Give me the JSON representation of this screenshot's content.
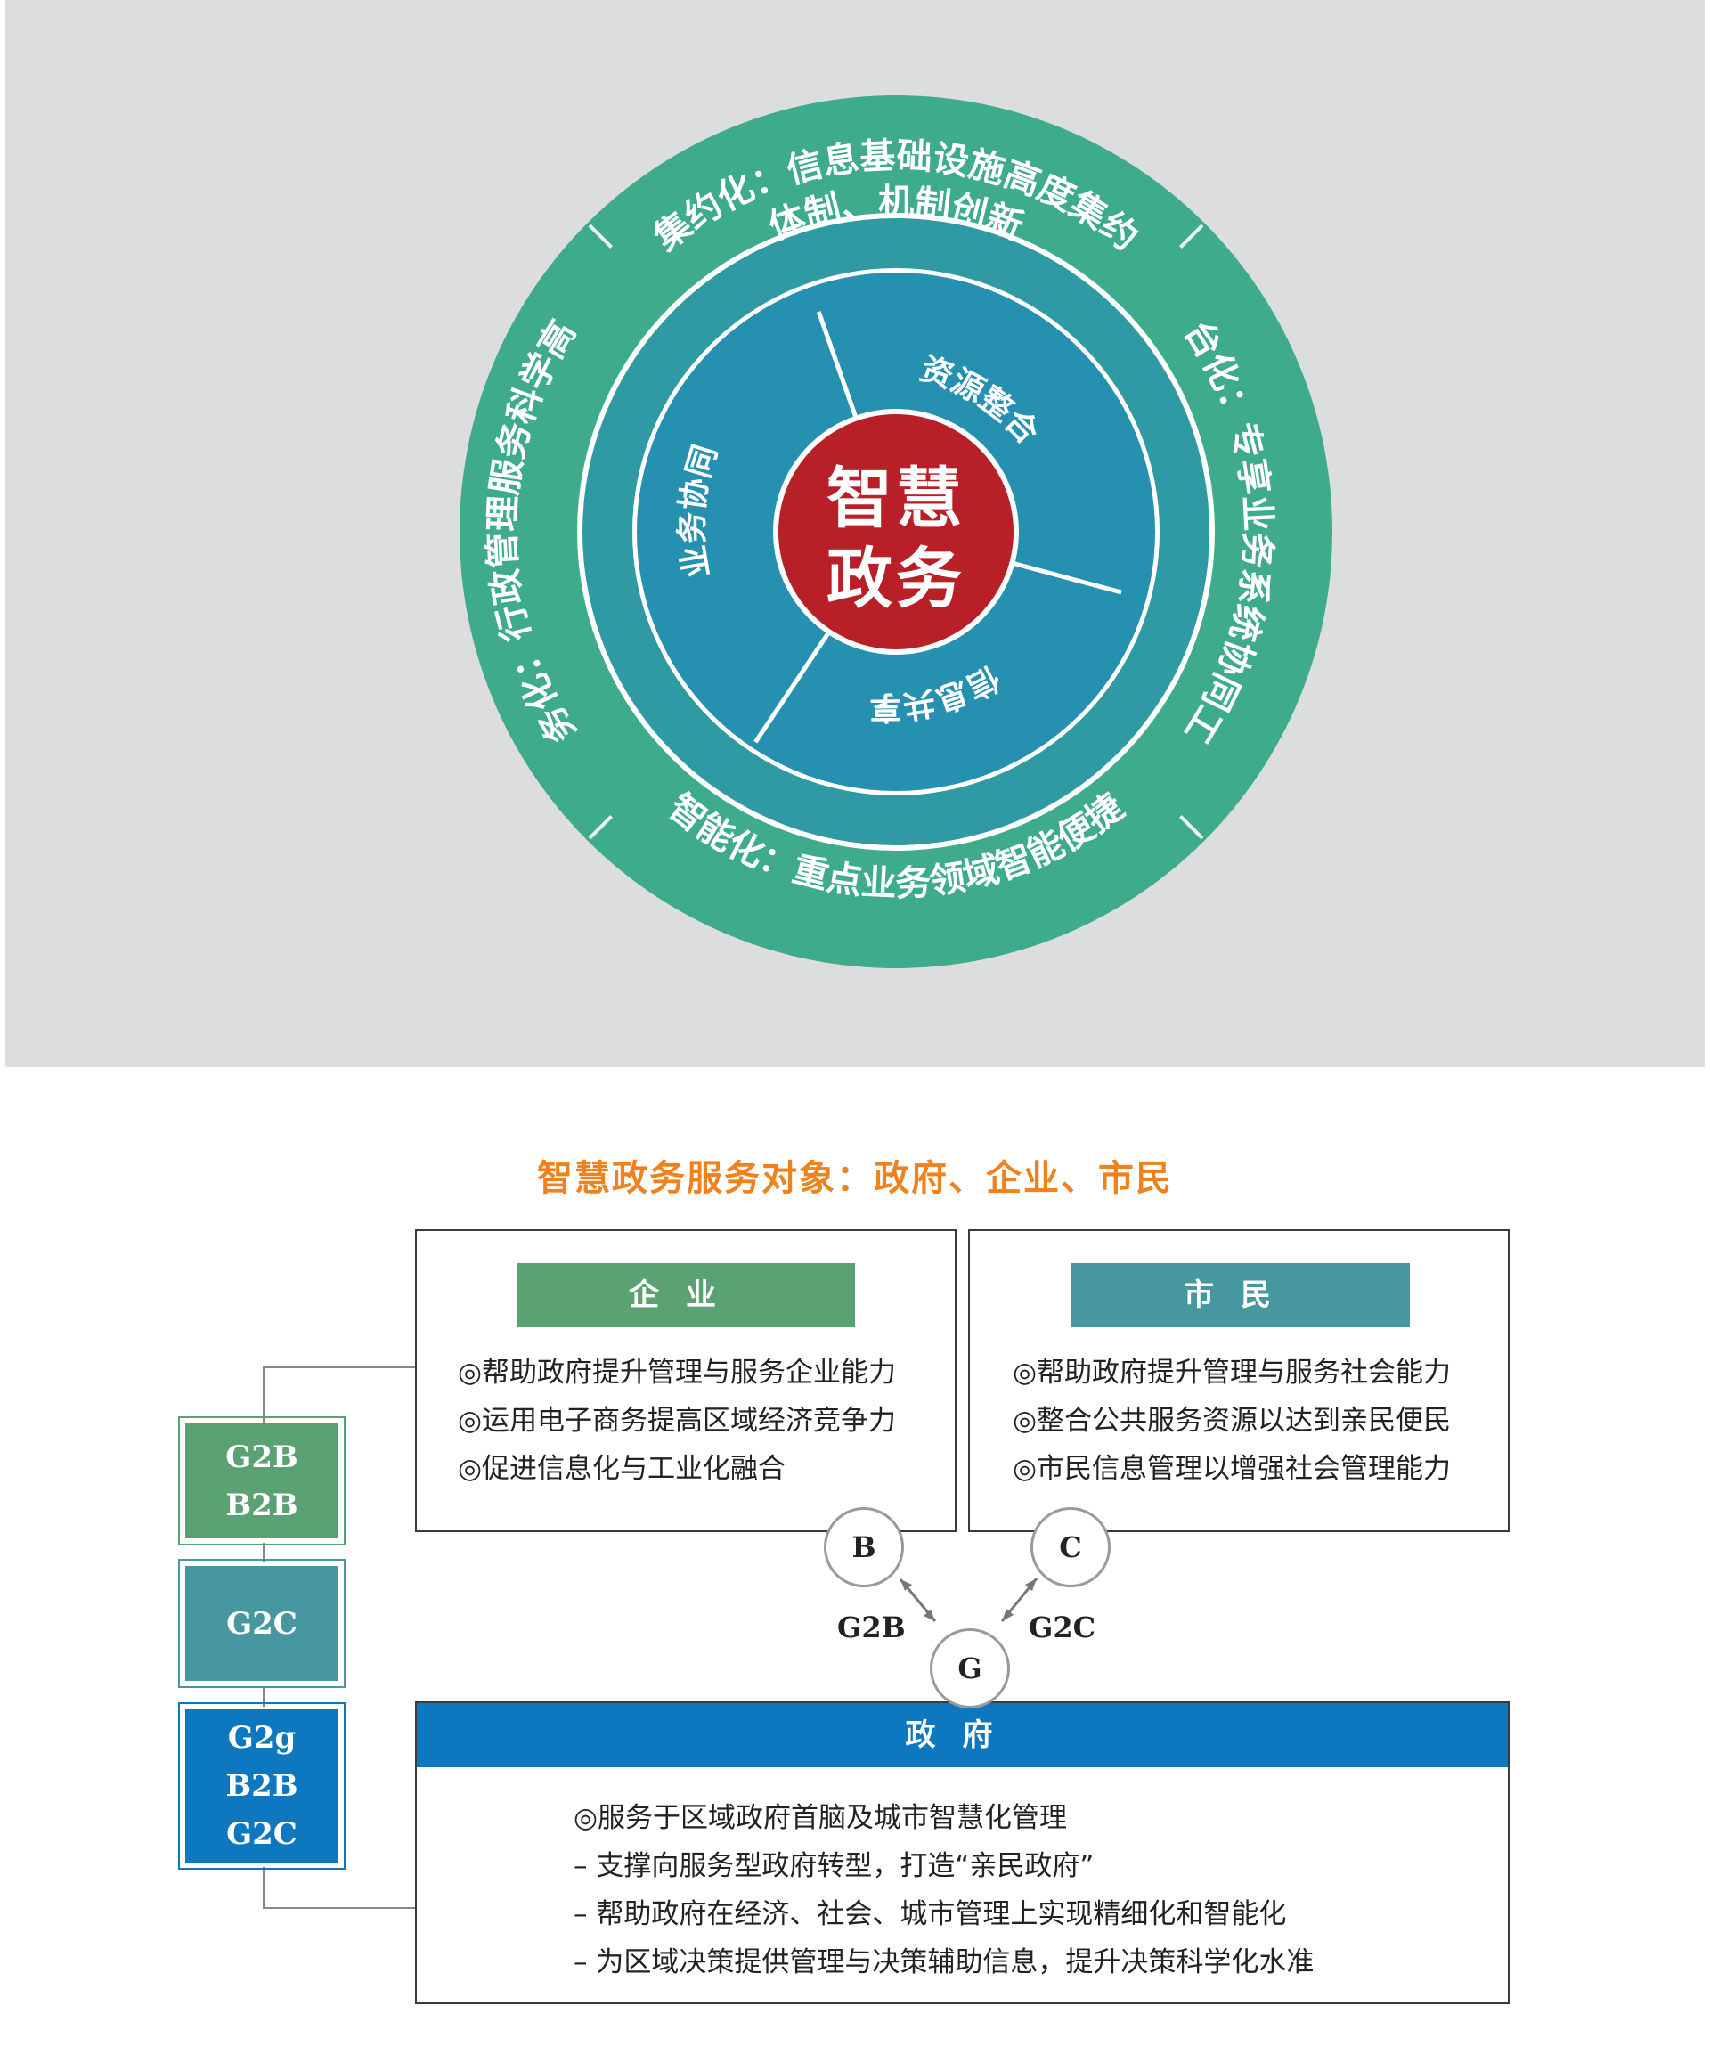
{
  "wheel": {
    "center": [
      "智慧",
      "政务"
    ],
    "inner_segments": [
      "资源整合",
      "信息共享",
      "业务协同"
    ],
    "middle_ring": "体制、机制创新",
    "outer_segments": [
      "集约化：信息基础设施高度集约",
      "平台化：专享业务系统协同工作",
      "智能化：重点业务领域智能便捷",
      "服务化：行政管理服务科学高效"
    ],
    "colors": {
      "outer": "#3eab8c",
      "middle": "#2f9aa3",
      "inner": "#2590b0",
      "center": "#b81f26",
      "background": "#dcdddd"
    }
  },
  "services": {
    "title": "智慧政务服务对象：政府、企业、市民",
    "enterprise": {
      "header": "企业",
      "items": [
        "◎帮助政府提升管理与服务企业能力",
        "◎运用电子商务提高区域经济竞争力",
        "◎促进信息化与工业化融合"
      ]
    },
    "citizen": {
      "header": "市民",
      "items": [
        "◎帮助政府提升管理与服务社会能力",
        "◎整合公共服务资源以达到亲民便民",
        "◎市民信息管理以增强社会管理能力"
      ]
    },
    "government": {
      "header": "政府",
      "items": [
        "◎服务于区域政府首脑及城市智慧化管理",
        "– 支撑向服务型政府转型，打造“亲民政府”",
        "– 帮助政府在经济、社会、城市管理上实现精细化和智能化",
        "– 为区域决策提供管理与决策辅助信息，提升决策科学化水准"
      ]
    },
    "side_boxes": [
      [
        "G2B",
        "B2B"
      ],
      [
        "G2C"
      ],
      [
        "G2g",
        "B2B",
        "G2C"
      ]
    ],
    "nodes": {
      "b": "B",
      "c": "C",
      "g": "G"
    },
    "edges": {
      "g2b": "G2B",
      "g2c": "G2C"
    },
    "colors": {
      "enterprise": "#5aa271",
      "citizen": "#46979f",
      "government": "#0d78bf",
      "title": "#f0821e"
    }
  }
}
